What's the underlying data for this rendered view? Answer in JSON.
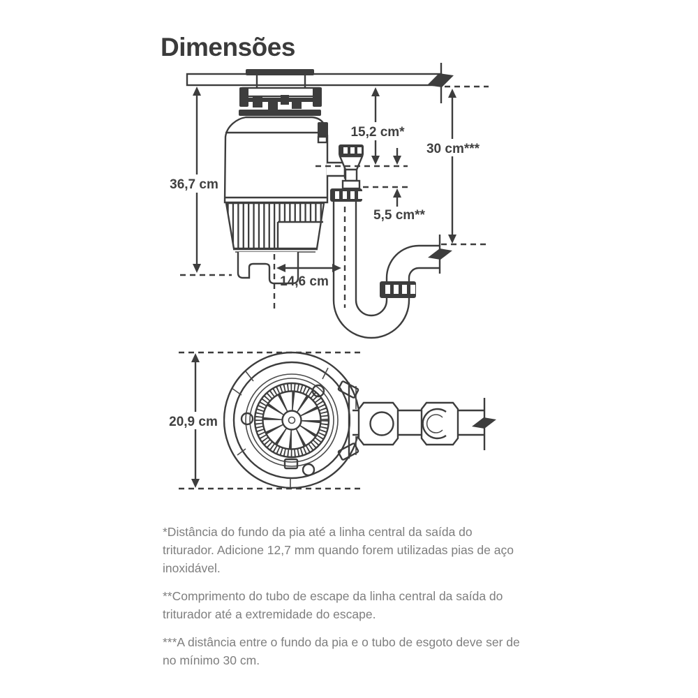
{
  "title": "Dimensões",
  "side_view": {
    "description": "Vista lateral do triturador instalado sob a pia",
    "dims": {
      "total_height": "36,7 cm",
      "sink_to_outlet": "15,2 cm*",
      "outlet_tube": "5,5 cm**",
      "min_drain_distance": "30 cm***",
      "center_offset": "14,6 cm"
    }
  },
  "bottom_view": {
    "description": "Vista inferior do triturador",
    "dims": {
      "body_width": "20,9 cm"
    }
  },
  "footnotes": [
    "*Distância do fundo da pia até a linha central da saída do triturador. Adicione 12,7 mm quando forem utilizadas pias de aço inoxidável.",
    "**Comprimento do tubo de escape da linha central da saída do triturador até a extremidade do escape.",
    "***A distância entre o fundo da pia e o tubo de esgoto deve ser de no mínimo 30 cm."
  ],
  "colors": {
    "line": "#3d3d3d",
    "label": "#404040",
    "footnote": "#7e7e7e",
    "title": "#3b3b3b",
    "background": "#ffffff"
  }
}
